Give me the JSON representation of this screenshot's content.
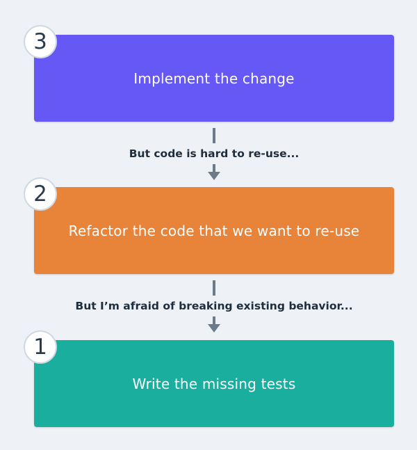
{
  "steps": [
    {
      "number": "3",
      "label": "Implement the change",
      "color": "#6558f5"
    },
    {
      "number": "2",
      "label": "Refactor the code that we want to re-use",
      "color": "#e8833a"
    },
    {
      "number": "1",
      "label": "Write the missing tests",
      "color": "#1aae9f"
    }
  ],
  "transitions": [
    {
      "label": "But code is hard to re-use..."
    },
    {
      "label": "But I’m afraid of breaking existing behavior..."
    }
  ],
  "colors": {
    "background": "#eef2f7",
    "connector": "#6b7b8c",
    "badge_border": "#cfd8e3"
  }
}
